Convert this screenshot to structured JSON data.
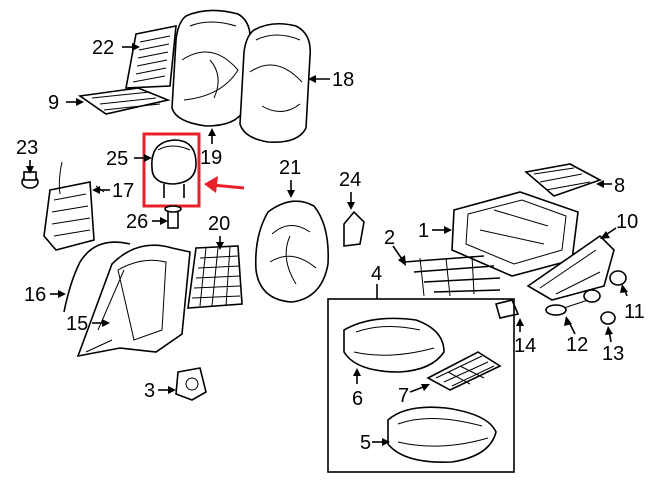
{
  "diagram": {
    "callouts": [
      "22",
      "9",
      "18",
      "23",
      "25",
      "19",
      "17",
      "21",
      "24",
      "8",
      "26",
      "20",
      "1",
      "10",
      "2",
      "16",
      "4",
      "11",
      "15",
      "14",
      "12",
      "13",
      "6",
      "3",
      "7",
      "5"
    ],
    "highlight_color": "#e8202a",
    "line_color": "#000000",
    "background": "#ffffff"
  }
}
